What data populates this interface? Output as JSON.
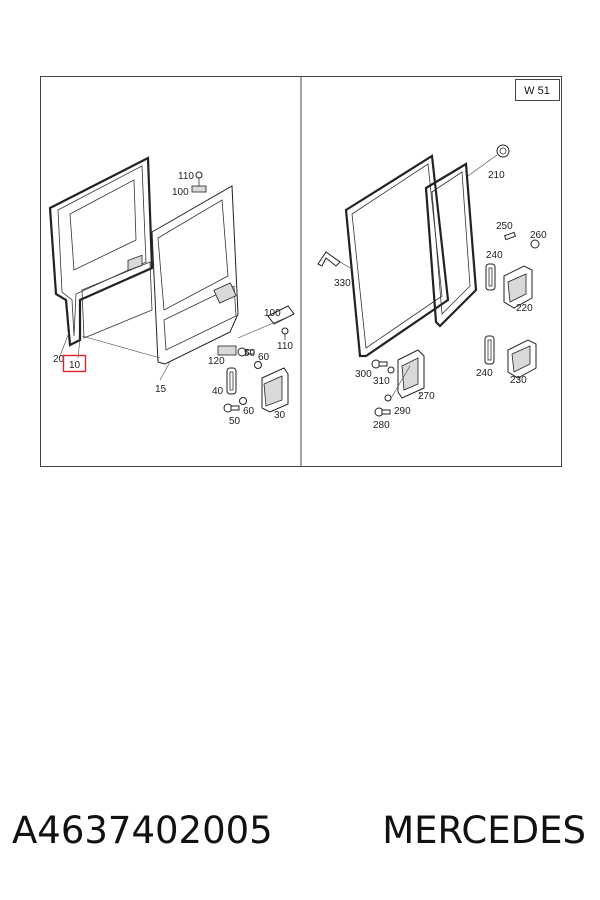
{
  "diagram": {
    "panel_tag": "W 51",
    "labels_left": [
      "110",
      "100",
      "20",
      "10",
      "15",
      "100",
      "110",
      "50",
      "60",
      "120",
      "40",
      "60",
      "50",
      "30"
    ],
    "labels_right": [
      "210",
      "250",
      "260",
      "240",
      "330",
      "220",
      "240",
      "230",
      "300",
      "310",
      "270",
      "290",
      "280"
    ],
    "highlighted_part": "10"
  },
  "footer": {
    "part_number": "A4637402005",
    "brand": "MERCEDES"
  },
  "colors": {
    "highlight": "#d9262c",
    "line": "#222222",
    "frame": "#444444"
  }
}
